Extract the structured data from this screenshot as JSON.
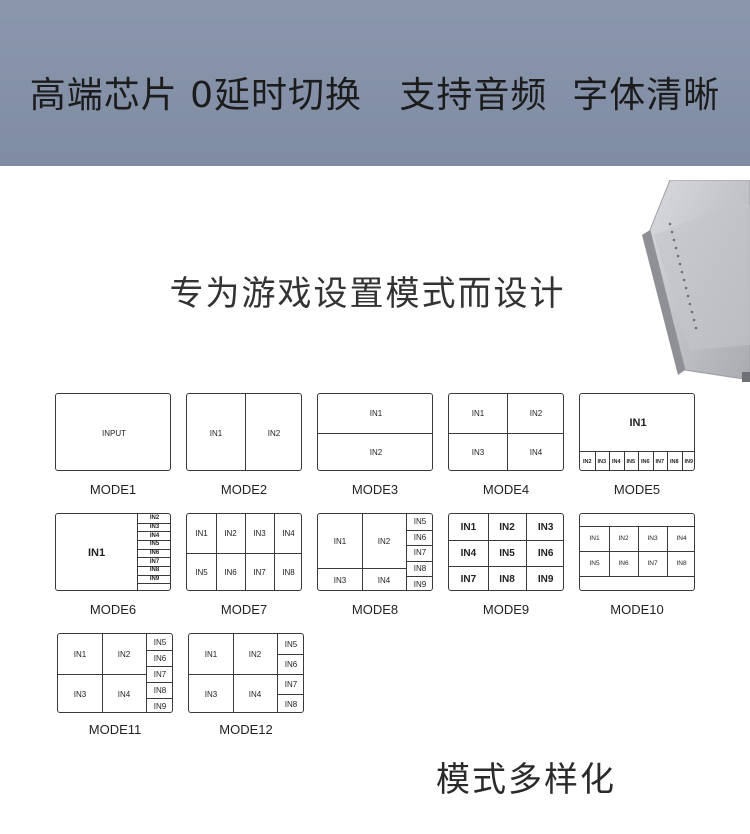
{
  "banner": {
    "title": "高端芯片 0延时切换   支持音频  字体清晰"
  },
  "subtitle": "专为游戏设置模式而设计",
  "footer": "模式多样化",
  "colors": {
    "banner_bg": "#8a97ad",
    "border": "#3a3a3a",
    "text": "#222222"
  },
  "modes": [
    {
      "label": "MODE1",
      "cells": [
        "INPUT"
      ]
    },
    {
      "label": "MODE2",
      "cells": [
        "IN1",
        "IN2"
      ]
    },
    {
      "label": "MODE3",
      "cells": [
        "IN1",
        "IN2"
      ]
    },
    {
      "label": "MODE4",
      "cells": [
        "IN1",
        "IN2",
        "IN3",
        "IN4"
      ]
    },
    {
      "label": "MODE5",
      "cells": [
        "IN1",
        "IN2",
        "IN3",
        "IN4",
        "IN5",
        "IN6",
        "IN7",
        "IN8",
        "IN9"
      ]
    },
    {
      "label": "MODE6",
      "cells": [
        "IN1",
        "IN2",
        "IN3",
        "IN4",
        "IN5",
        "IN6",
        "IN7",
        "IN8",
        "IN9"
      ]
    },
    {
      "label": "MODE7",
      "cells": [
        "IN1",
        "IN2",
        "IN3",
        "IN4",
        "IN5",
        "IN6",
        "IN7",
        "IN8"
      ]
    },
    {
      "label": "MODE8",
      "cells": [
        "IN1",
        "IN2",
        "IN3",
        "IN4",
        "IN5",
        "IN6",
        "IN7",
        "IN8",
        "IN9"
      ]
    },
    {
      "label": "MODE9",
      "cells": [
        "IN1",
        "IN2",
        "IN3",
        "IN4",
        "IN5",
        "IN6",
        "IN7",
        "IN8",
        "IN9"
      ]
    },
    {
      "label": "MODE10",
      "cells": [
        "IN1",
        "IN2",
        "IN3",
        "IN4",
        "IN5",
        "IN6",
        "IN7",
        "IN8"
      ]
    },
    {
      "label": "MODE11",
      "cells": [
        "IN1",
        "IN2",
        "IN3",
        "IN4",
        "IN5",
        "IN6",
        "IN7",
        "IN8",
        "IN9"
      ]
    },
    {
      "label": "MODE12",
      "cells": [
        "IN1",
        "IN2",
        "IN3",
        "IN4",
        "IN5",
        "IN6",
        "IN7",
        "IN8"
      ]
    }
  ]
}
